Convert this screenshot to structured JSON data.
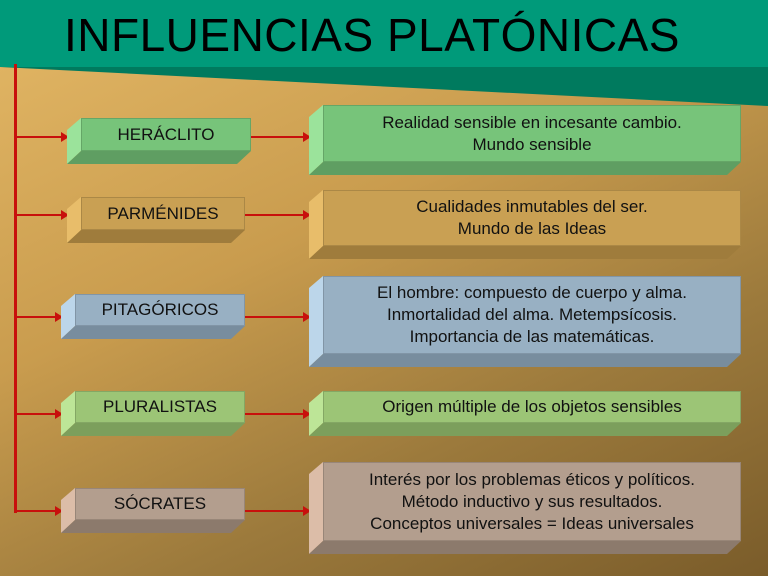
{
  "title": "INFLUENCIAS PLATÓNICAS",
  "colors": {
    "header": "#009a7a",
    "header_shadow": "#007a5e",
    "connector": "#c8100c"
  },
  "rows": [
    {
      "label": "HERÁCLITO",
      "color": "green",
      "lines": [
        "Realidad sensible en incesante cambio.",
        "Mundo sensible"
      ]
    },
    {
      "label": "PARMÉNIDES",
      "color": "gold",
      "lines": [
        "Cualidades inmutables del ser.",
        "Mundo de las Ideas"
      ]
    },
    {
      "label": "PITAGÓRICOS",
      "color": "blue",
      "lines": [
        "El hombre: compuesto de cuerpo y alma.",
        "Inmortalidad del alma. Metempsícosis.",
        "Importancia de las matemáticas."
      ]
    },
    {
      "label": "PLURALISTAS",
      "color": "light-green",
      "lines": [
        "Origen múltiple de los objetos sensibles"
      ]
    },
    {
      "label": "SÓCRATES",
      "color": "taupe",
      "lines": [
        "Interés por los problemas éticos y políticos.",
        "Método inductivo y sus resultados.",
        "Conceptos universales = Ideas universales"
      ]
    }
  ]
}
